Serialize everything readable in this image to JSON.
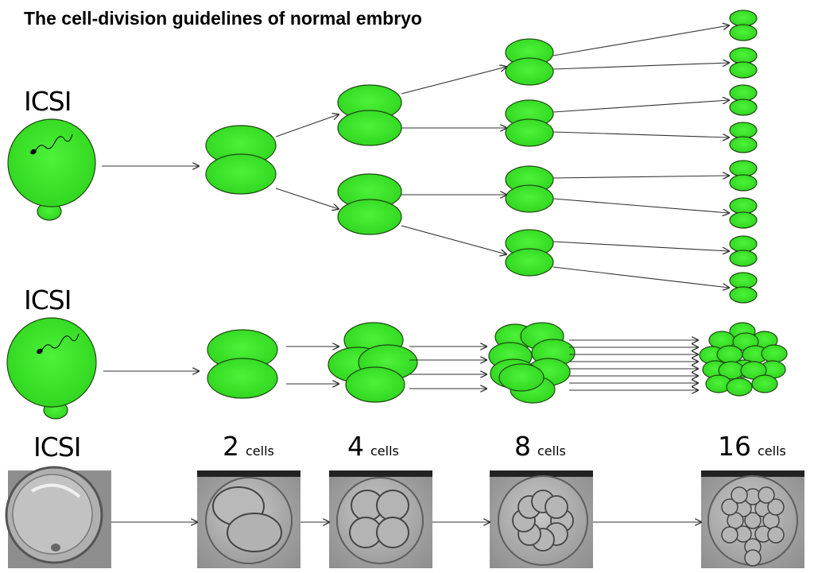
{
  "title": "The cell-division guidelines of normal embryo",
  "labels": {
    "row1_icsi": "ICSI",
    "row2_icsi": "ICSI",
    "row3_icsi": "ICSI"
  },
  "stages": [
    {
      "num": "2",
      "unit": "cells"
    },
    {
      "num": "4",
      "unit": "cells"
    },
    {
      "num": "8",
      "unit": "cells"
    },
    {
      "num": "16",
      "unit": "cells"
    }
  ],
  "colors": {
    "cell_fill": "#3ee82a",
    "cell_stroke": "#1e4a12",
    "arrow": "#333333",
    "micrograph_bg": "#9a9a9a"
  },
  "micrographs": [
    {
      "stage": "ICSI",
      "icon": "oocyte-micrograph"
    },
    {
      "stage": "2 cells",
      "icon": "two-cell-micrograph"
    },
    {
      "stage": "4 cells",
      "icon": "four-cell-micrograph"
    },
    {
      "stage": "8 cells",
      "icon": "eight-cell-micrograph"
    },
    {
      "stage": "16 cells",
      "icon": "sixteen-cell-micrograph"
    }
  ]
}
